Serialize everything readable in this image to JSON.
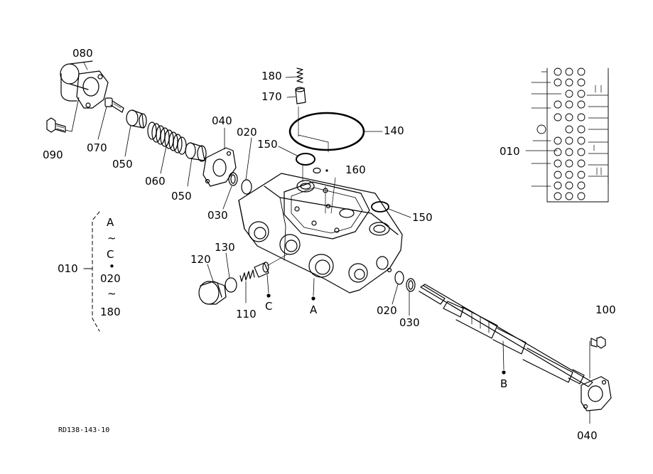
{
  "diagram": {
    "ref_code": "RD138-143-10",
    "parts": {
      "p080": "080",
      "p090": "090",
      "p070": "070",
      "p050a": "050",
      "p060": "060",
      "p050b": "050",
      "p040a": "040",
      "p030a": "030",
      "p020a": "020",
      "p150a": "150",
      "p180": "180",
      "p170": "170",
      "p140": "140",
      "p160": "160",
      "p150b": "150",
      "p010a": "010",
      "p010b": "010",
      "p120": "120",
      "p130": "130",
      "p110": "110",
      "p020b": "020",
      "p030b": "030",
      "p100": "100",
      "p040b": "040"
    },
    "markers": {
      "a": "A",
      "b": "B",
      "c": "C"
    },
    "range": {
      "a": "A",
      "t1": "~",
      "c": "C",
      "dot": "•",
      "n020": "020",
      "t2": "~",
      "n180": "180"
    }
  }
}
